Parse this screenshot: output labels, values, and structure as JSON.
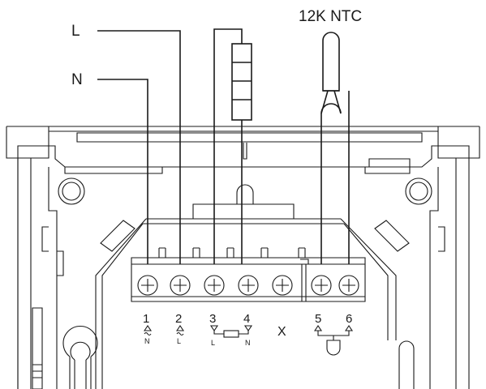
{
  "wires": {
    "live_label": "L",
    "neutral_label": "N",
    "sensor_label": "12K NTC"
  },
  "terminals": [
    {
      "number": "1",
      "sub": "N"
    },
    {
      "number": "2",
      "sub": "L"
    },
    {
      "number": "3",
      "sub": "L"
    },
    {
      "number": "4",
      "sub": "N"
    },
    {
      "number": "X",
      "sub": ""
    },
    {
      "number": "5",
      "sub": ""
    },
    {
      "number": "6",
      "sub": ""
    }
  ]
}
